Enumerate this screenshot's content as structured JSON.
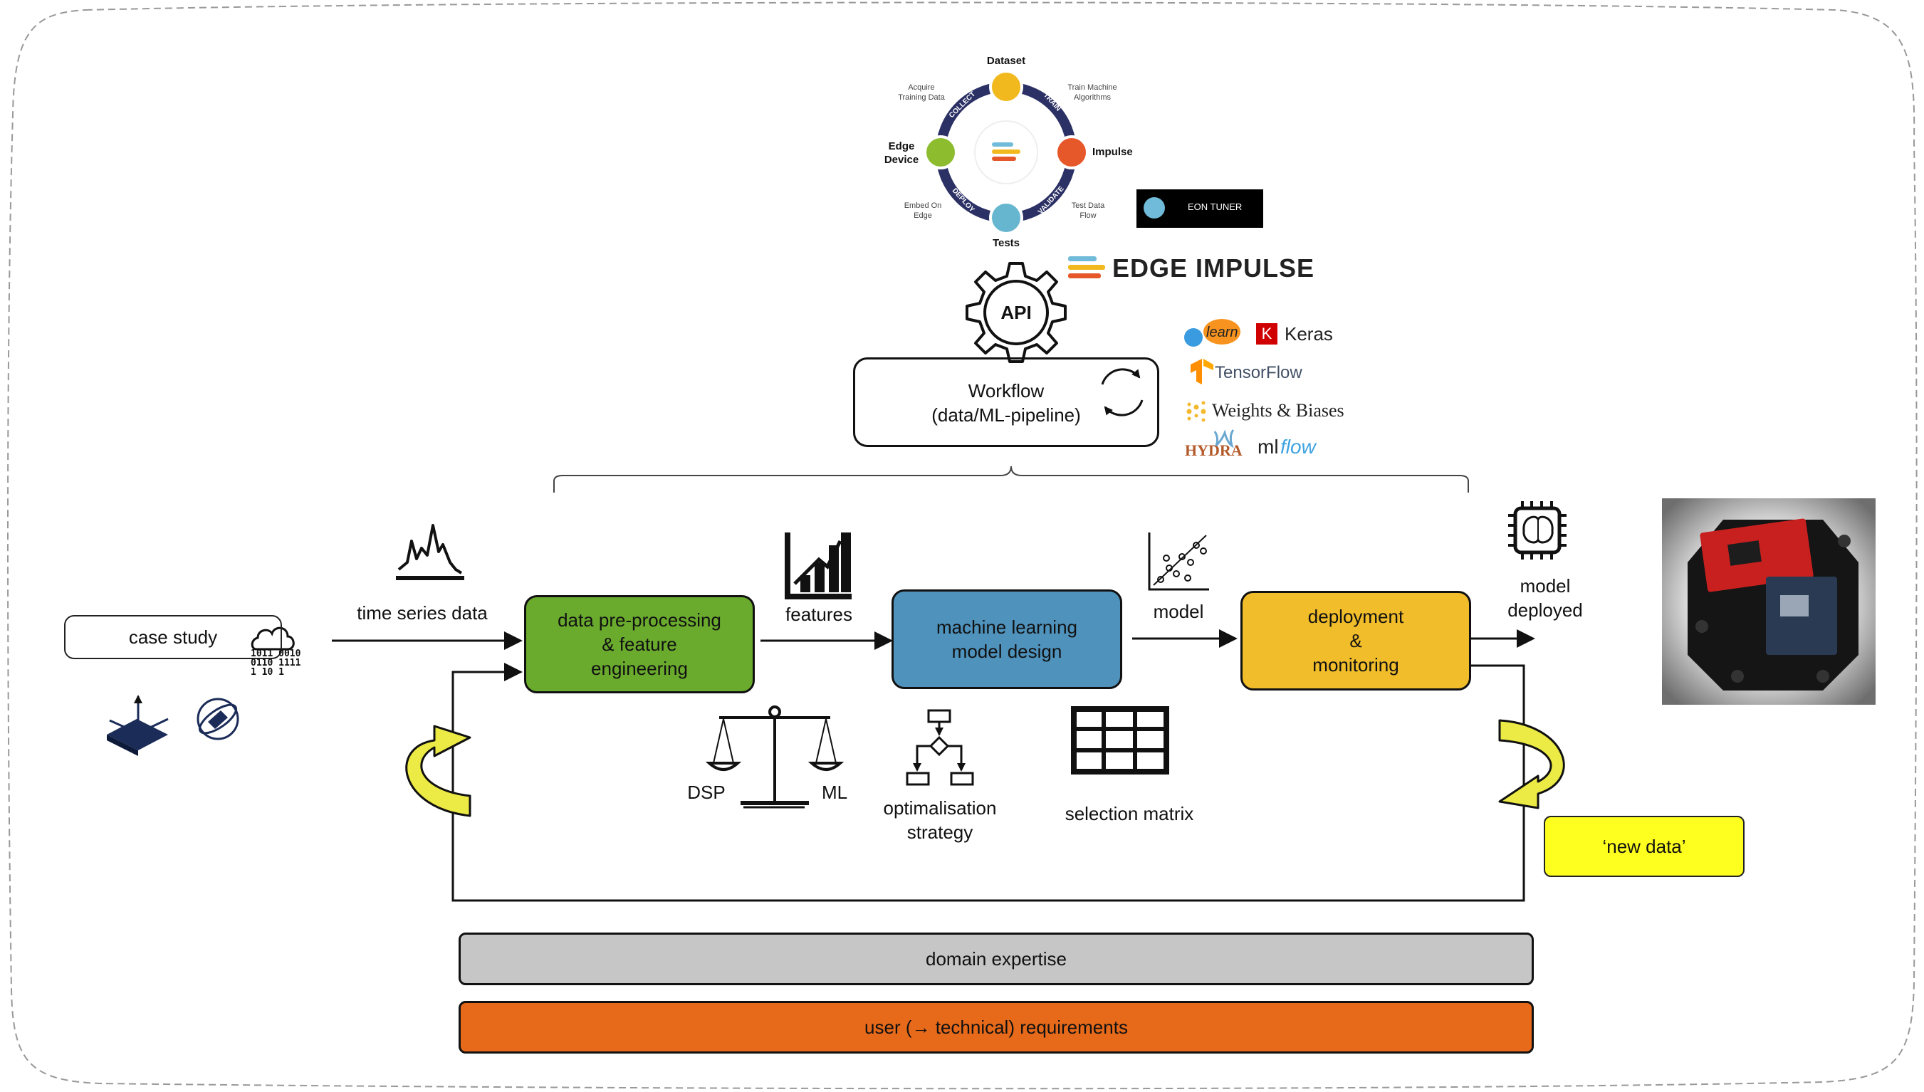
{
  "cycle": {
    "dataset": "Dataset",
    "impulse": "Impulse",
    "tests": "Tests",
    "edge_device": "Edge Device",
    "acquire": "Acquire Training Data",
    "train_ml": "Train Machine Algorithms",
    "embed": "Embed On Edge",
    "test_flow": "Test Data Flow",
    "arc_collect": "COLLECT",
    "arc_train": "TRAIN",
    "arc_validate": "VALIDATE",
    "arc_deploy": "DEPLOY"
  },
  "eon_tuner": "EON TUNER",
  "edge_impulse": "EDGE IMPULSE",
  "api_label": "API",
  "workflow": {
    "line1": "Workflow",
    "line2": "(data/ML-pipeline)"
  },
  "tools": {
    "sklearn": "learn",
    "keras_badge": "K",
    "keras": "Keras",
    "tensorflow": "TensorFlow",
    "wandb": "Weights & Biases",
    "hydra": "HYDRA",
    "mlflow_a": "ml",
    "mlflow_b": "flow"
  },
  "case_study": "case study",
  "binary": [
    "1011 0010",
    "0110 1111",
    "1    10  1"
  ],
  "time_series": "time series data",
  "features": "features",
  "model": "model",
  "model_deployed": {
    "line1": "model",
    "line2": "deployed"
  },
  "stages": {
    "preprocessing": {
      "line1": "data pre-processing",
      "line2": "& feature",
      "line3": "engineering",
      "color": "#6aab2e"
    },
    "ml_design": {
      "line1": "machine learning",
      "line2": "model design",
      "color": "#4f93bd"
    },
    "deployment": {
      "line1": "deployment",
      "line2": "&",
      "line3": "monitoring",
      "color": "#f1bd2b"
    }
  },
  "dsp": "DSP",
  "ml": "ML",
  "optimisation": {
    "line1": "optimalisation",
    "line2": "strategy"
  },
  "selection_matrix": "selection matrix",
  "new_data": "‘new data’",
  "domain_expertise": "domain expertise",
  "user_requirements": "user (→ technical) requirements",
  "colors": {
    "yellow": "#ffff1f",
    "gray": "#c6c6c6",
    "orange": "#e76a1b",
    "cycle_ring": "#2b3065",
    "dataset_icon": "#f2b91f",
    "impulse_icon": "#e6582a",
    "tests_icon": "#67b6cf",
    "edge_icon": "#8dbd2f"
  }
}
